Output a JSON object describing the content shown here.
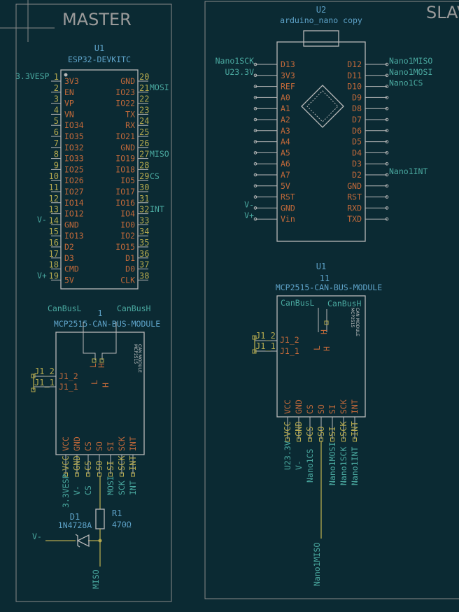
{
  "sheets": {
    "master_title": "MASTER",
    "slave_title": "SLAVE"
  },
  "esp32": {
    "ref": "U1",
    "value": "ESP32-DEVKITC",
    "left_pins": [
      {
        "num": "1",
        "name": "3V3"
      },
      {
        "num": "2",
        "name": "EN"
      },
      {
        "num": "3",
        "name": "VP"
      },
      {
        "num": "4",
        "name": "VN"
      },
      {
        "num": "5",
        "name": "IO34"
      },
      {
        "num": "6",
        "name": "IO35"
      },
      {
        "num": "7",
        "name": "IO32"
      },
      {
        "num": "8",
        "name": "IO33"
      },
      {
        "num": "9",
        "name": "IO25"
      },
      {
        "num": "10",
        "name": "IO26"
      },
      {
        "num": "11",
        "name": "IO27"
      },
      {
        "num": "12",
        "name": "IO14"
      },
      {
        "num": "13",
        "name": "IO12"
      },
      {
        "num": "14",
        "name": "GND"
      },
      {
        "num": "15",
        "name": "IO13"
      },
      {
        "num": "16",
        "name": "D2"
      },
      {
        "num": "17",
        "name": "D3"
      },
      {
        "num": "18",
        "name": "CMD"
      },
      {
        "num": "19",
        "name": "5V"
      }
    ],
    "right_pins": [
      {
        "num": "20",
        "name": "GND"
      },
      {
        "num": "21",
        "name": "IO23"
      },
      {
        "num": "22",
        "name": "IO22"
      },
      {
        "num": "23",
        "name": "TX"
      },
      {
        "num": "24",
        "name": "RX"
      },
      {
        "num": "25",
        "name": "IO21"
      },
      {
        "num": "26",
        "name": "GND"
      },
      {
        "num": "27",
        "name": "IO19"
      },
      {
        "num": "28",
        "name": "IO18"
      },
      {
        "num": "29",
        "name": "IO5"
      },
      {
        "num": "30",
        "name": "IO17"
      },
      {
        "num": "31",
        "name": "IO16"
      },
      {
        "num": "32",
        "name": "IO4"
      },
      {
        "num": "33",
        "name": "IO0"
      },
      {
        "num": "34",
        "name": "IO2"
      },
      {
        "num": "35",
        "name": "IO15"
      },
      {
        "num": "36",
        "name": "D1"
      },
      {
        "num": "37",
        "name": "D0"
      },
      {
        "num": "38",
        "name": "CLK"
      }
    ],
    "net_labels": {
      "pin1": "3.3VESP",
      "pin14": "V-",
      "pin19": "V+",
      "pin21": "MOSI",
      "pin27": "MISO",
      "pin29": "CS",
      "pin32": "INT"
    }
  },
  "master_can": {
    "ref": "1",
    "value": "MCP2515-CAN-BUS-MODULE",
    "canl": "CanBusL",
    "canh": "CanBusH",
    "l": "L",
    "h": "H",
    "j1_2": "J1_2",
    "j1_1": "J1_1",
    "module_text_1": "MCP2515",
    "module_text_2": "CAN MODULE",
    "bottom_pins": [
      "VCC",
      "GND",
      "CS",
      "SO",
      "SI",
      "SCK",
      "INT"
    ],
    "bottom_nets": [
      "3.3VESP",
      "V-",
      "CS",
      "",
      "MOSI",
      "SCK",
      "INT"
    ]
  },
  "diode": {
    "ref": "D1",
    "value": "1N4728A",
    "net": "V-"
  },
  "resistor": {
    "ref": "R1",
    "value": "470Ω"
  },
  "miso_net": "MISO",
  "nano": {
    "ref": "U2",
    "value": "arduino_nano copy",
    "left_pins": [
      "D13",
      "3V3",
      "REF",
      "A0",
      "A1",
      "A2",
      "A3",
      "A4",
      "A5",
      "A6",
      "A7",
      "5V",
      "RST",
      "GND",
      "Vin"
    ],
    "right_pins": [
      "D12",
      "D11",
      "D10",
      "D9",
      "D8",
      "D7",
      "D6",
      "D5",
      "D4",
      "D3",
      "D2",
      "GND",
      "RST",
      "RXD",
      "TXD"
    ],
    "left_nets": {
      "D13": "Nano1SCK",
      "3V3": "U23.3V",
      "GND": "V-",
      "Vin": "V+"
    },
    "right_nets": {
      "D12": "Nano1MISO",
      "D11": "Nano1MOSI",
      "D10": "Nano1CS",
      "D2": "Nano1INT"
    }
  },
  "slave_can": {
    "ref": "U1",
    "ref2": "11",
    "value": "MCP2515-CAN-BUS-MODULE",
    "canl": "CanBusL",
    "canh": "CanBusH",
    "l": "L",
    "h": "H",
    "j1_2": "J1_2",
    "j1_1": "J1_1",
    "module_text_1": "MCP2515",
    "module_text_2": "CAN MODULE",
    "bottom_pins": [
      "VCC",
      "GND",
      "CS",
      "SO",
      "SI",
      "SCK",
      "INT"
    ],
    "bottom_nets": [
      "U23.3V",
      "V-",
      "Nano1CS",
      "",
      "Nano1MOSI",
      "Nano1SCK",
      "Nano1INT"
    ]
  },
  "nano_miso_net": "Nano1MISO"
}
